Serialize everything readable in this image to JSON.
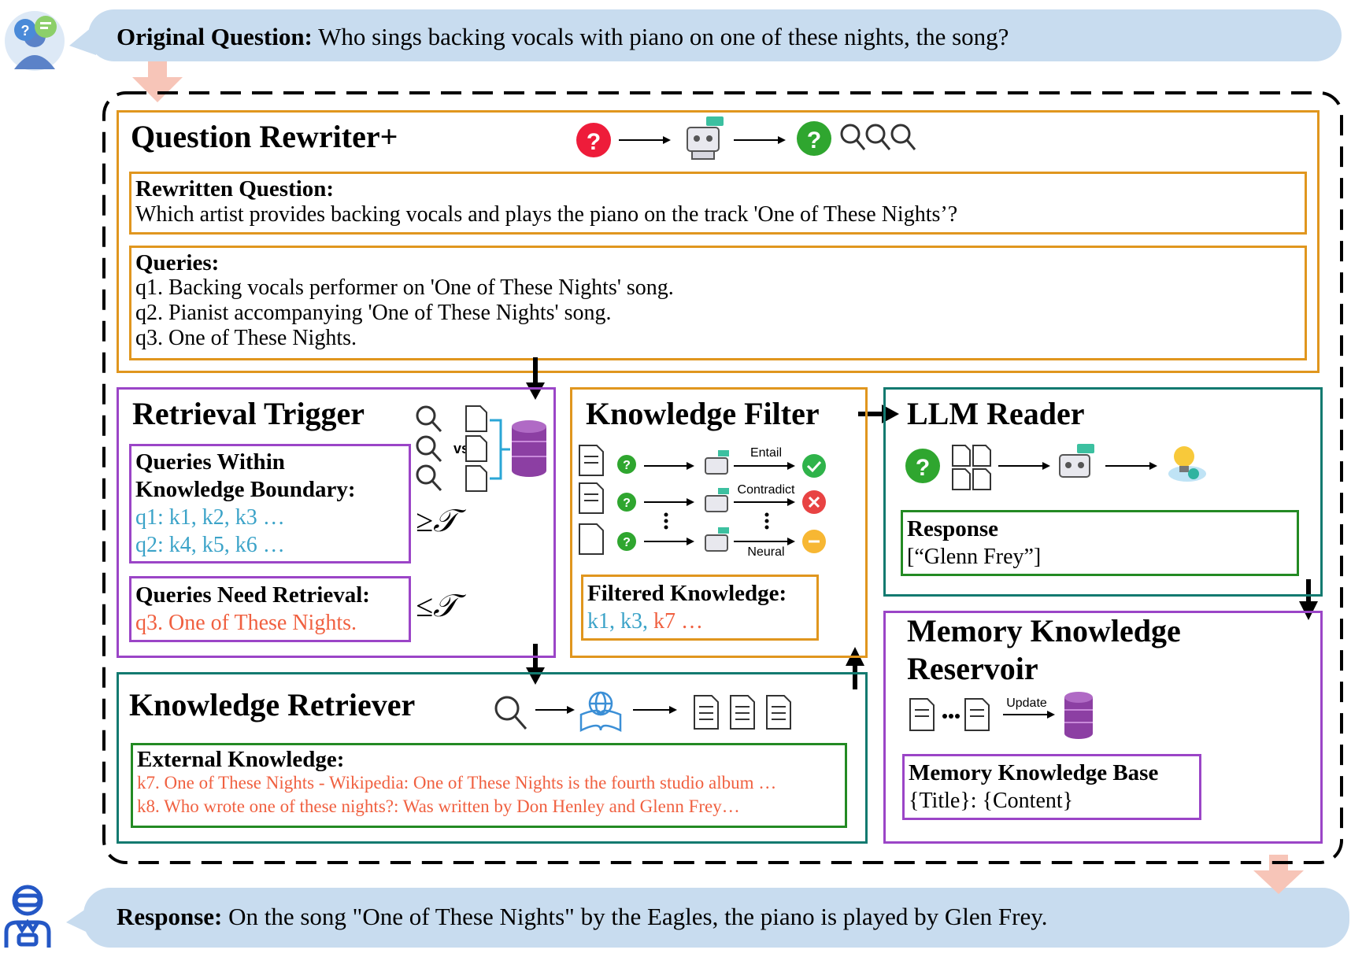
{
  "original_question": {
    "label": "Original Question:",
    "text": "Who sings backing vocals with piano on one of these nights, the song?"
  },
  "response": {
    "label": "Response:",
    "text": "On the song \"One of These Nights\" by the Eagles, the piano is played by Glen Frey."
  },
  "rewriter": {
    "title": "Question Rewriter+",
    "rewritten_label": "Rewritten Question:",
    "rewritten_text": "Which artist provides backing vocals and plays the piano on the track 'One of These Nights’?",
    "queries_label": "Queries:",
    "queries": [
      "q1. Backing vocals performer on 'One of These Nights' song.",
      "q2. Pianist accompanying 'One of These Nights' song.",
      "q3. One of These Nights."
    ]
  },
  "trigger": {
    "title": "Retrieval Trigger",
    "vs_label": "vs",
    "within_label_1": "Queries Within",
    "within_label_2": "Knowledge Boundary:",
    "within_items": [
      "q1: k1, k2, k3 …",
      "q2: k4, k5, k6 …"
    ],
    "need_label": "Queries Need Retrieval:",
    "need_item": "q3. One of These Nights.",
    "geq": "≥𝒯",
    "leq": "≤𝒯"
  },
  "filter": {
    "title": "Knowledge Filter",
    "entail": "Entail",
    "contradict": "Contradict",
    "neural": "Neural",
    "filtered_label": "Filtered Knowledge:",
    "filtered_k1": "k1,",
    "filtered_k3": "k3,",
    "filtered_k7": "k7 …"
  },
  "reader": {
    "title": "LLM Reader",
    "response_label": "Response",
    "response_value": "[“Glenn Frey”]"
  },
  "memory": {
    "title_1": "Memory Knowledge",
    "title_2": "Reservoir",
    "update": "Update",
    "base_label": "Memory Knowledge Base",
    "base_value": "{Title}: {Content}"
  },
  "retriever": {
    "title": "Knowledge Retriever",
    "external_label": "External Knowledge:",
    "items": [
      "k7. One of These Nights - Wikipedia: One of These Nights is the fourth studio album …",
      "k8. Who wrote one of these nights?: Was written by Don Henley and Glenn Frey…"
    ]
  },
  "colors": {
    "orange": "#e0961e",
    "purple": "#9b45c7",
    "teal": "#137a70",
    "green": "#238a23",
    "bubble": "#c8dcef",
    "red_text": "#f06040",
    "blue_text": "#3ba3c8"
  },
  "icons": [
    "user-question-icon",
    "robot-user-icon",
    "question-mark-icon",
    "robot-icon",
    "magnifier-chart-icon",
    "document-icon",
    "database-icon",
    "check-icon",
    "cross-icon",
    "neutral-icon",
    "lightbulb-icon",
    "globe-book-icon"
  ]
}
